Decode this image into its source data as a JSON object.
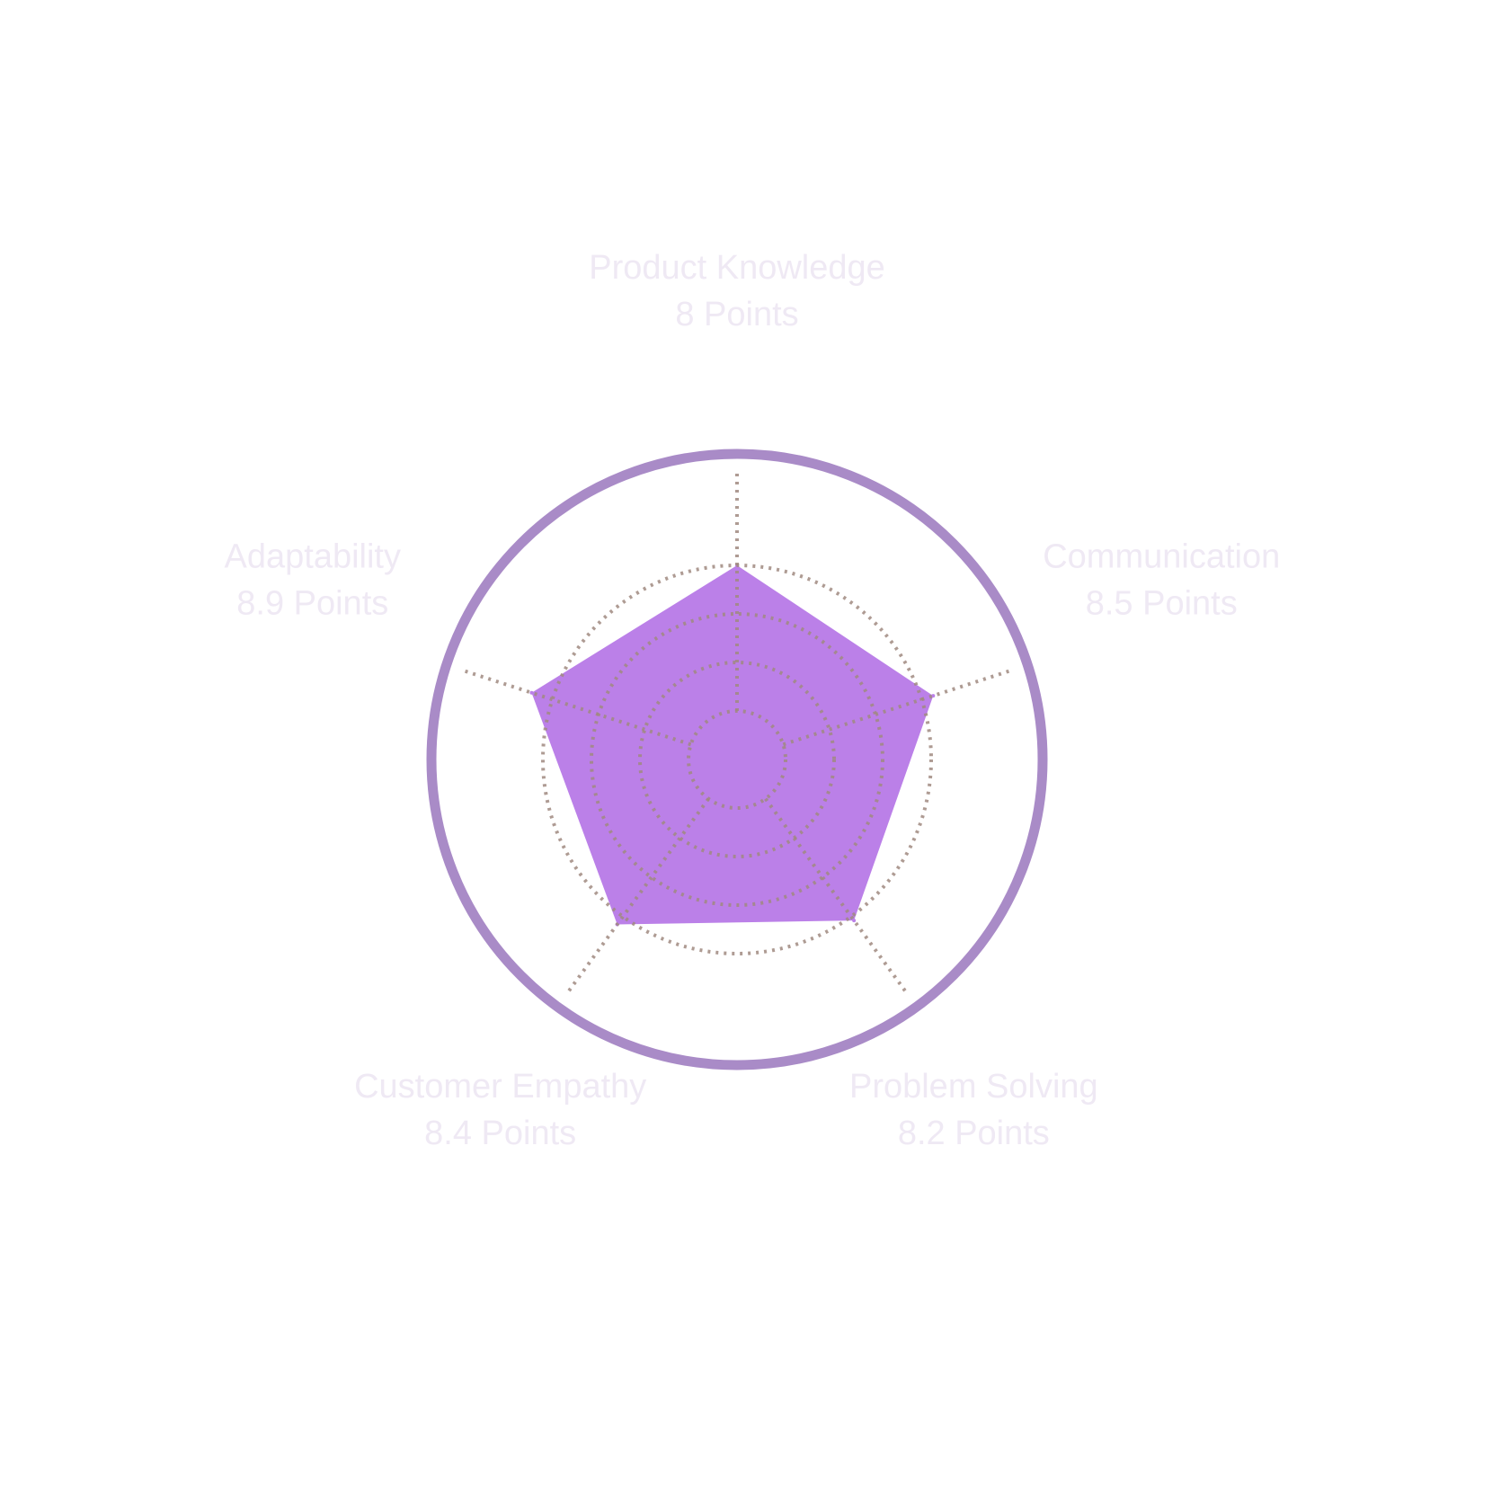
{
  "chart_data": {
    "type": "radar",
    "title": "",
    "axes": [
      {
        "name": "Product Knowledge",
        "value": 8,
        "value_label": "8 Points"
      },
      {
        "name": "Communication",
        "value": 8.5,
        "value_label": "8.5 Points"
      },
      {
        "name": "Problem Solving",
        "value": 8.2,
        "value_label": "8.2 Points"
      },
      {
        "name": "Customer Empathy",
        "value": 8.4,
        "value_label": "8.4 Points"
      },
      {
        "name": "Adaptability",
        "value": 8.9,
        "value_label": "8.9 Points"
      }
    ],
    "range": [
      0,
      10
    ],
    "rings": [
      2,
      4,
      6,
      8
    ],
    "grid": true,
    "colors": {
      "fill": "#bb80e8",
      "outer_ring": "#a98bc7",
      "grid": "#a08a80",
      "label": "#efe9f4"
    }
  }
}
